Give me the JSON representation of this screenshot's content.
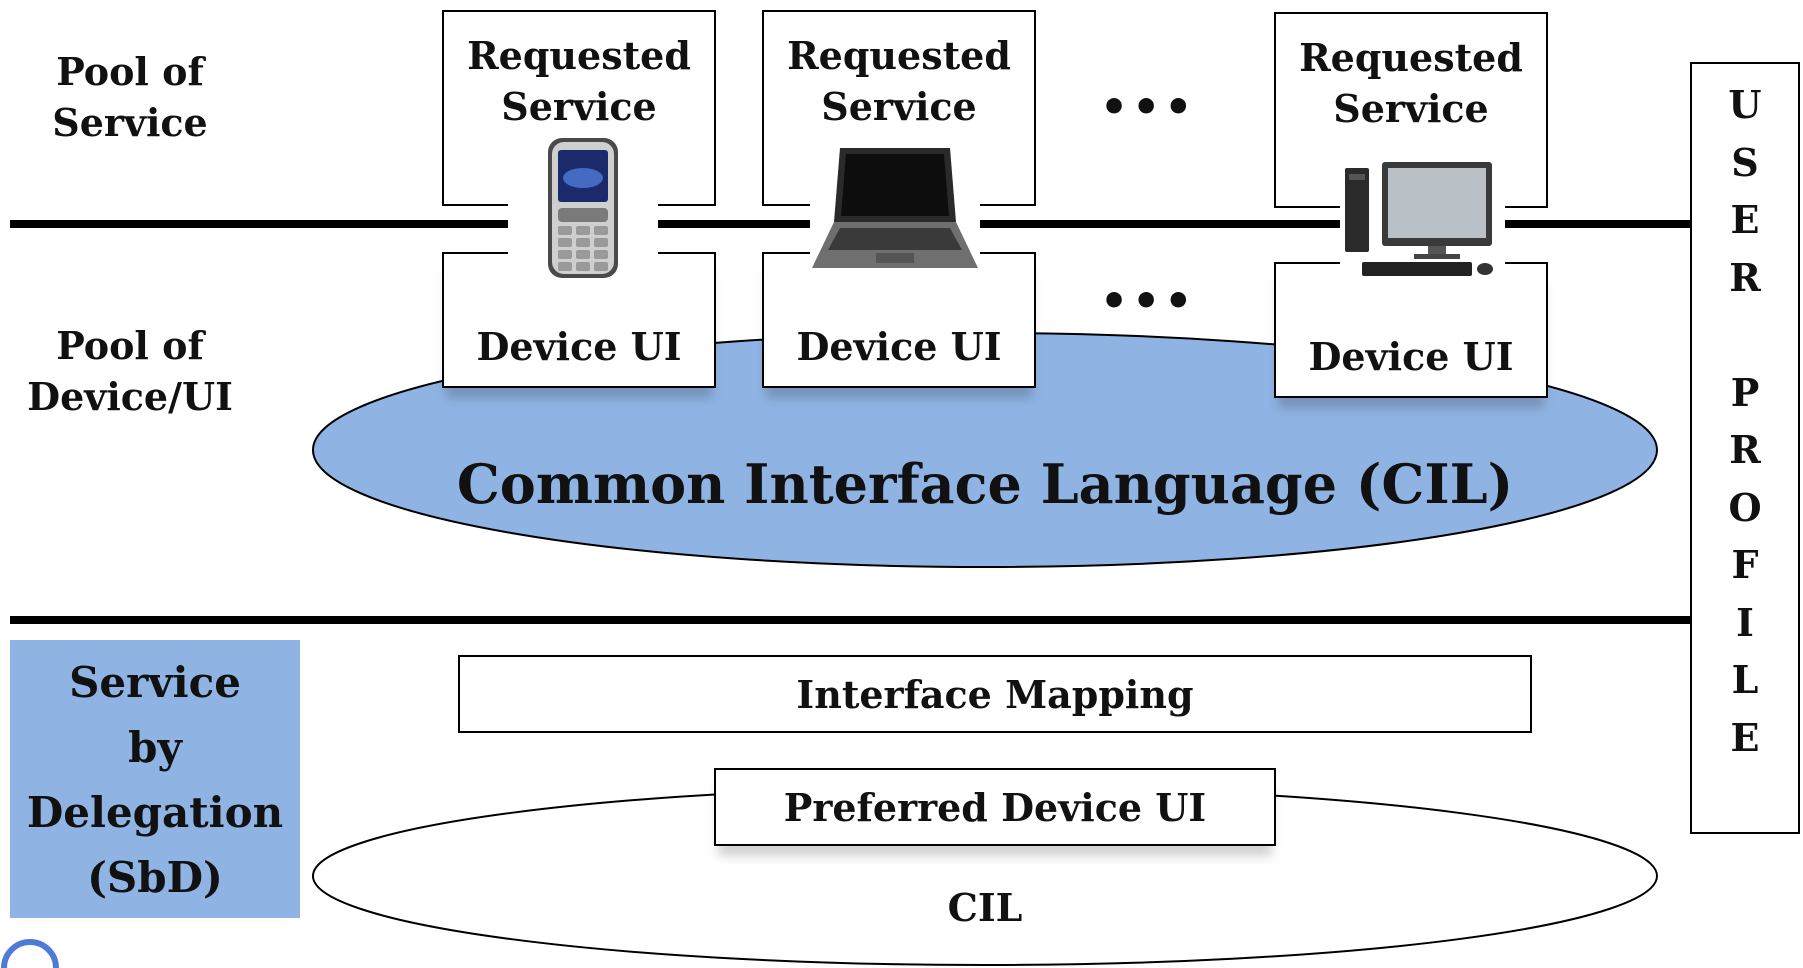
{
  "left_labels": {
    "pool_of_service": [
      "Pool of",
      "Service"
    ],
    "pool_of_device_ui": [
      "Pool of",
      "Device/UI"
    ],
    "sbd": [
      "Service",
      "by",
      "Delegation",
      "(SbD)"
    ]
  },
  "requested_service": [
    "Requested",
    "Service"
  ],
  "device_ui": "Device UI",
  "ellipsis": "•••",
  "cil_full": "Common Interface Language (CIL)",
  "interface_mapping": "Interface Mapping",
  "preferred_device_ui": "Preferred Device UI",
  "cil_short": "CIL",
  "user_profile_letters": [
    "U",
    "S",
    "E",
    "R",
    "",
    "P",
    "R",
    "O",
    "F",
    "I",
    "L",
    "E"
  ],
  "devices": [
    "mobile-phone-icon",
    "laptop-icon",
    "desktop-computer-icon"
  ],
  "colors": {
    "cil_fill": "#8FB3E2",
    "sbd_fill": "#8FB3E2",
    "line": "#000000"
  }
}
